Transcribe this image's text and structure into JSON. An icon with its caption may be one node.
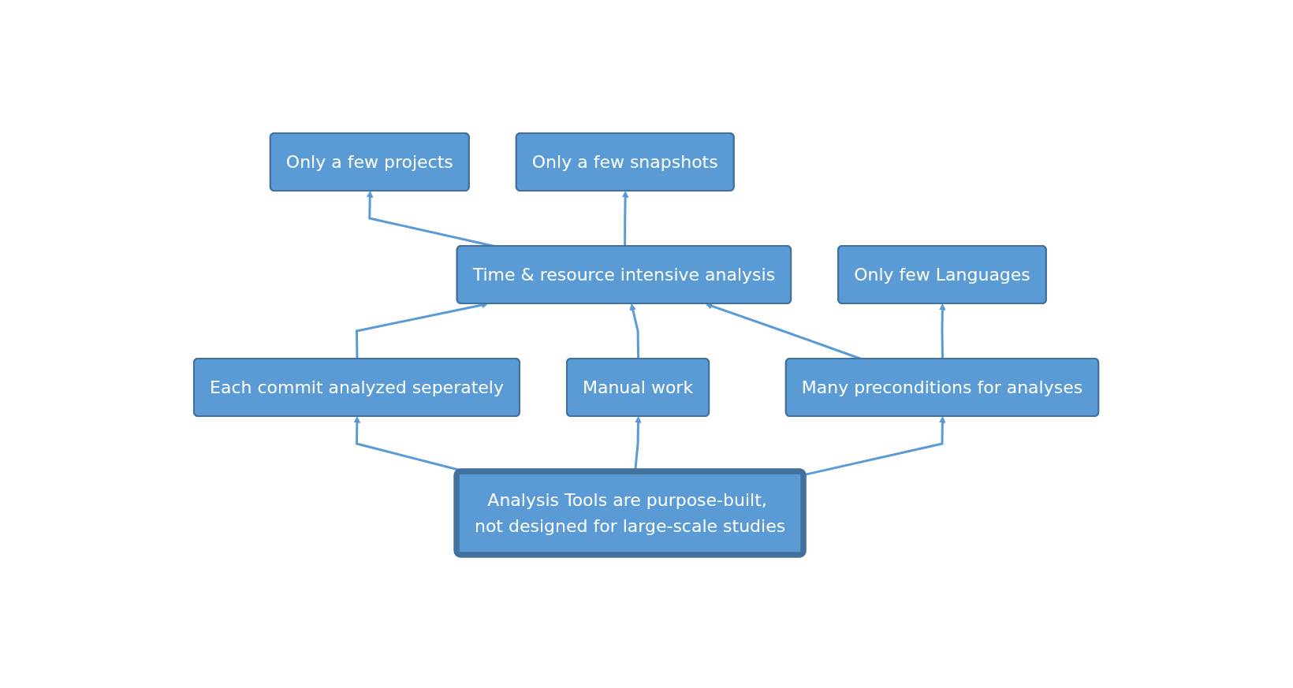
{
  "diagram": {
    "nodes": [
      {
        "text": [
          "Only a few projects"
        ]
      },
      {
        "text": [
          "Only a few snapshots"
        ]
      },
      {
        "text": [
          "Only few Languages"
        ]
      },
      {
        "text": [
          "Time & resource intensive analysis"
        ]
      },
      {
        "text": [
          "Each commit analyzed seperately"
        ]
      },
      {
        "text": [
          "Manual work"
        ]
      },
      {
        "text": [
          "Many preconditions for analyses"
        ]
      },
      {
        "text": [
          "Analysis Tools are purpose-built, not designed for large-scale studies"
        ]
      }
    ],
    "edges": [
      {
        "from": 3,
        "to": 0,
        "arrow": "to"
      },
      {
        "from": 3,
        "to": 1,
        "arrow": "to"
      },
      {
        "from": 4,
        "to": 3,
        "arrow": "to"
      },
      {
        "from": 5,
        "to": 3,
        "arrow": "to"
      },
      {
        "from": 6,
        "to": 3,
        "arrow": "to"
      },
      {
        "from": 6,
        "to": 2,
        "arrow": "to"
      },
      {
        "from": 7,
        "to": 4,
        "arrow": "to"
      },
      {
        "from": 7,
        "to": 5,
        "arrow": "to"
      },
      {
        "from": 7,
        "to": 6,
        "arrow": "to"
      }
    ]
  }
}
